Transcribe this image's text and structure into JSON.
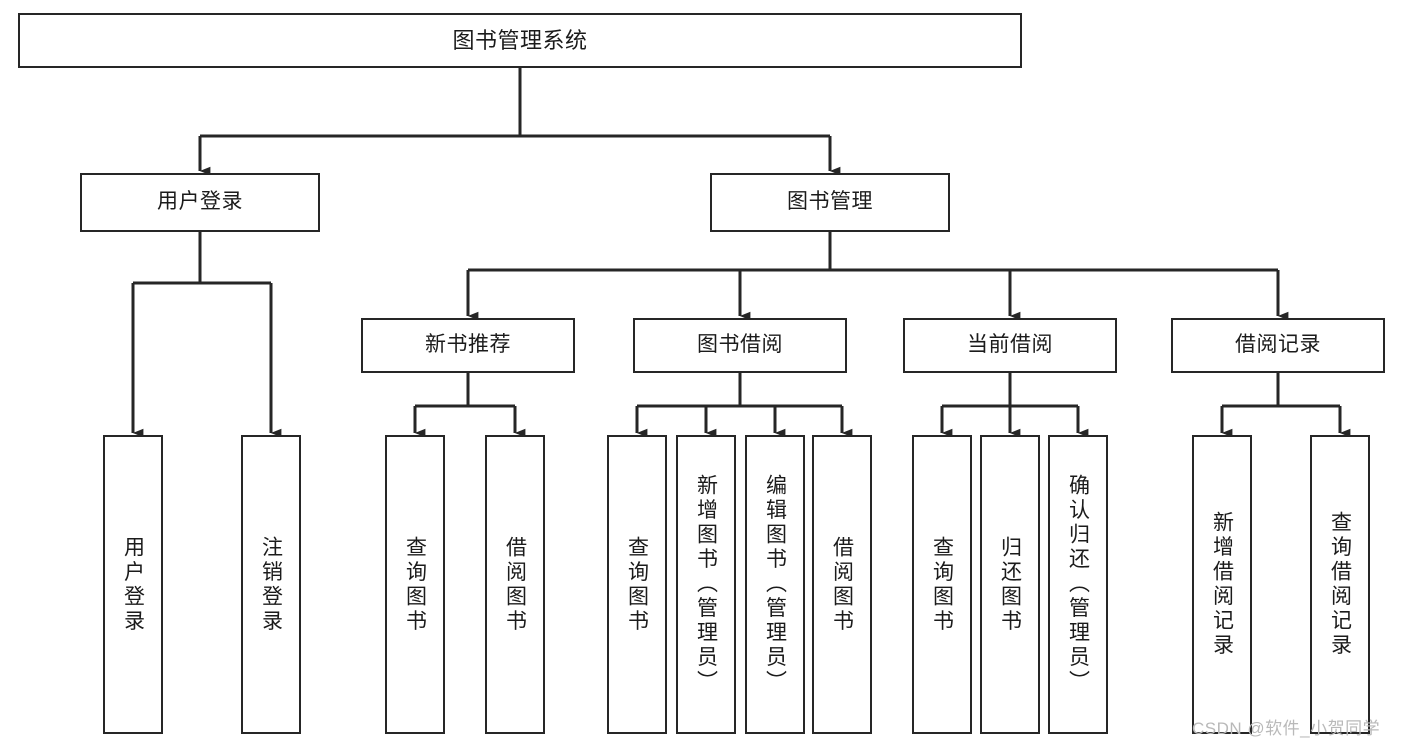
{
  "diagram": {
    "title": "图书管理系统",
    "type": "hierarchy-tree",
    "watermark": "CSDN @软件_小贺同学",
    "colors": {
      "stroke": "#262626",
      "fill": "#ffffff",
      "text": "#1b1b1b",
      "watermark": "#b9b9b9"
    },
    "nodes": {
      "root": {
        "label": "图书管理系统"
      },
      "level2": [
        {
          "label": "用户登录"
        },
        {
          "label": "图书管理"
        }
      ],
      "level3": [
        {
          "label": "新书推荐"
        },
        {
          "label": "图书借阅"
        },
        {
          "label": "当前借阅"
        },
        {
          "label": "借阅记录"
        }
      ],
      "leaves_user_login": [
        {
          "label": "用户登录"
        },
        {
          "label": "注销登录"
        }
      ],
      "leaves_new_books": [
        {
          "label": "查询图书"
        },
        {
          "label": "借阅图书"
        }
      ],
      "leaves_borrow": [
        {
          "label": "查询图书"
        },
        {
          "label": "新增图书（管理员）"
        },
        {
          "label": "编辑图书（管理员）"
        },
        {
          "label": "借阅图书"
        }
      ],
      "leaves_current": [
        {
          "label": "查询图书"
        },
        {
          "label": "归还图书"
        },
        {
          "label": "确认归还（管理员）"
        }
      ],
      "leaves_records": [
        {
          "label": "新增借阅记录"
        },
        {
          "label": "查询借阅记录"
        }
      ]
    }
  }
}
